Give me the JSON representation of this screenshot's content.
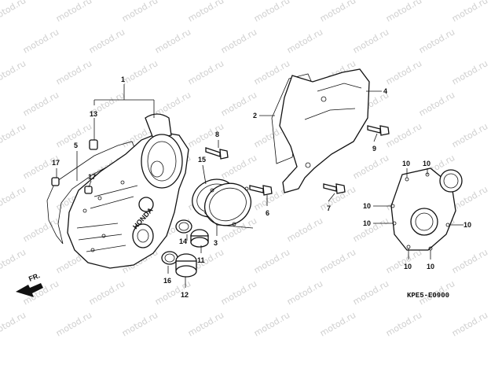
{
  "watermark": "motod.ru",
  "figure_code": "KPE5-E0900",
  "direction_label": "FR.",
  "brand_mark": "HONDA",
  "callouts": {
    "c1": "1",
    "c2": "2",
    "c3": "3",
    "c4": "4",
    "c5": "5",
    "c6": "6",
    "c7": "7",
    "c8": "8",
    "c9": "9",
    "c11": "11",
    "c12": "12",
    "c13": "13",
    "c14": "14",
    "c15": "15",
    "c16": "16",
    "c17a": "17",
    "c17b": "17",
    "c10a": "10",
    "c10b": "10",
    "c10c": "10",
    "c10d": "10",
    "c10e": "10",
    "c10f": "10",
    "c10g": "10"
  },
  "colors": {
    "line": "#111111",
    "watermark": "#cfcfcf",
    "background": "#ffffff"
  }
}
